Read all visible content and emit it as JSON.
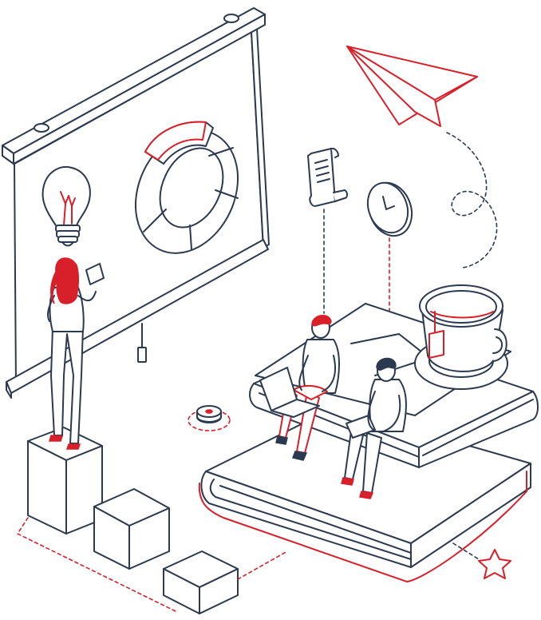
{
  "illustration": {
    "style": "isometric line art",
    "colors": {
      "line": "#2b3a4f",
      "accent": "#d8202a",
      "background": "#ffffff"
    },
    "elements": [
      "projector-screen",
      "lightbulb-icon",
      "donut-chart-icon",
      "presenter-woman",
      "stacked-boxes",
      "paper-plane-icon",
      "document-scroll-icon",
      "clock-icon",
      "tea-cup",
      "stacked-books",
      "man-with-laptop-red-hair",
      "man-with-tablet",
      "star-icon",
      "push-button"
    ]
  }
}
